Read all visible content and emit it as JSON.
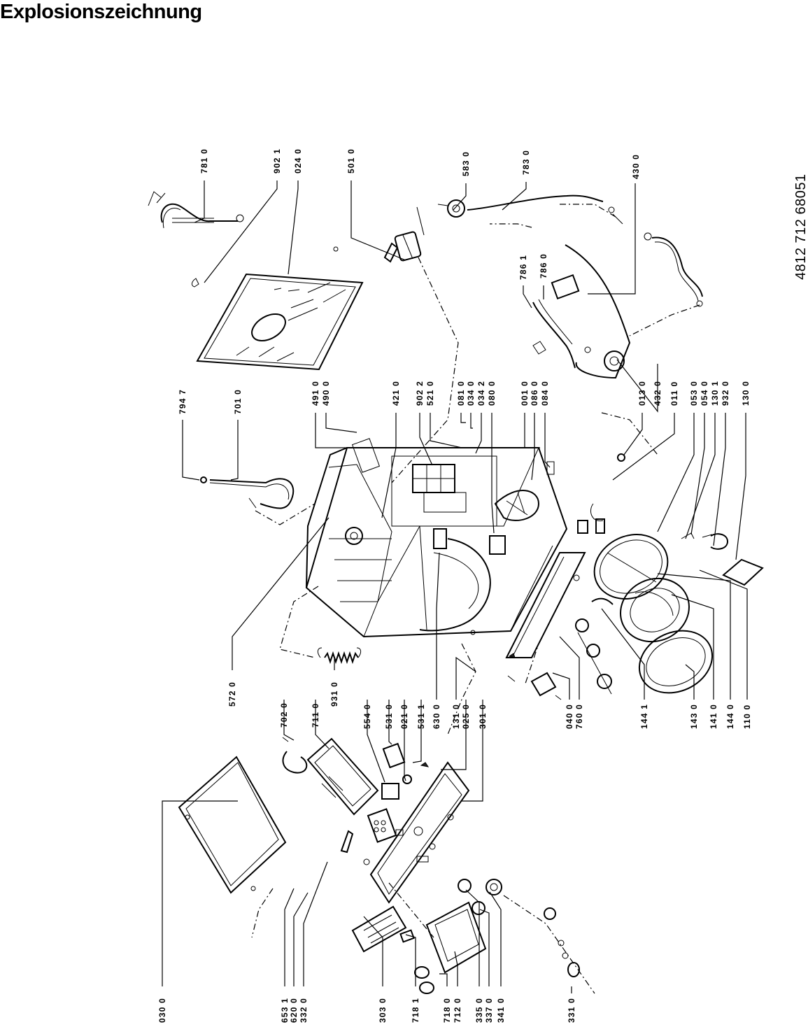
{
  "title": "Explosionszeichnung",
  "doc_number": "4812 712 68051",
  "parts": {
    "p781_0": "781 0",
    "p902_1": "902 1",
    "p024_0": "024 0",
    "p501_0": "501 0",
    "p583_0": "583 0",
    "p783_0": "783 0",
    "p430_0": "430 0",
    "p786_1": "786 1",
    "p786_0": "786 0",
    "p794_7": "794 7",
    "p701_0": "701 0",
    "p491_0": "491 0",
    "p490_0": "490 0",
    "p421_0": "421 0",
    "p902_2": "902 2",
    "p521_0": "521 0",
    "p081_0": "081 0",
    "p034_0": "034 0",
    "p034_2": "034 2",
    "p080_0": "080 0",
    "p001_0": "001 0",
    "p086_0": "086 0",
    "p084_0": "084 0",
    "p013_0": "013 0",
    "p432_0": "432 0",
    "p011_0": "011 0",
    "p053_0": "053 0",
    "p054_0": "054 0",
    "p130_1": "130 1",
    "p932_0": "932 0",
    "p130_0": "130 0",
    "p572_0": "572 0",
    "p702_0": "702 0",
    "p711_0": "711 0",
    "p931_0": "931 0",
    "p554_0": "554 0",
    "p531_0": "531 0",
    "p021_0": "021 0",
    "p531_1": "531 1",
    "p630_0": "630 0",
    "p131_0": "131 0",
    "p025_0": "025 0",
    "p301_0": "301 0",
    "p040_0": "040 0",
    "p760_0": "760 0",
    "p144_1": "144 1",
    "p143_0": "143 0",
    "p141_0": "141 0",
    "p144_0": "144 0",
    "p110_0": "110 0",
    "p030_0": "030 0",
    "p653_1": "653 1",
    "p620_0": "620 0",
    "p332_0": "332 0",
    "p303_0": "303 0",
    "p718_1": "718 1",
    "p718_0": "718 0",
    "p712_0": "712 0",
    "p335_0": "335 0",
    "p337_0": "337 0",
    "p341_0": "341 0",
    "p331_0": "331 0"
  }
}
